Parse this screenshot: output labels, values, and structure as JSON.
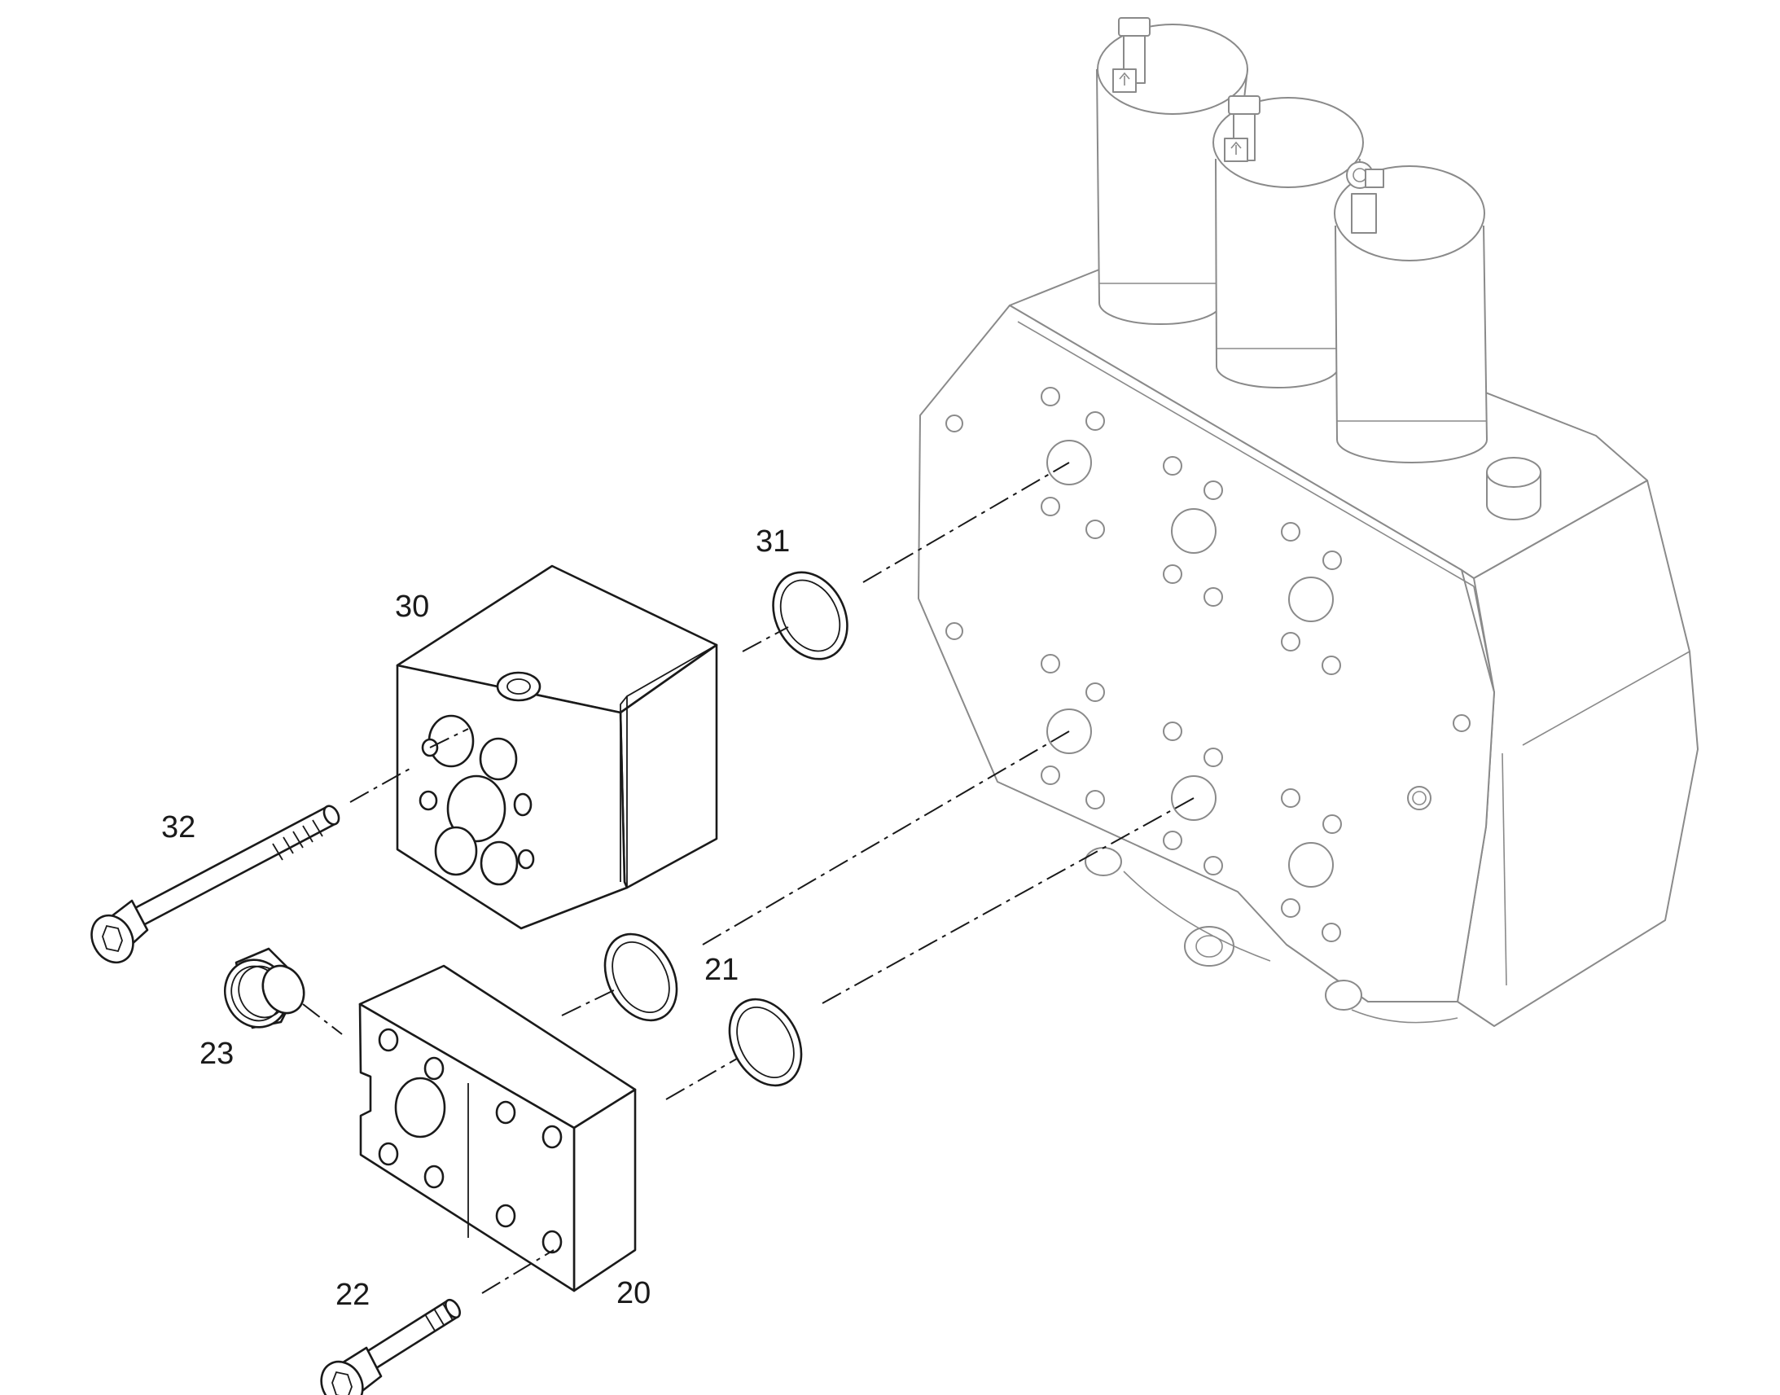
{
  "callouts": {
    "c30": "30",
    "c31": "31",
    "c32": "32",
    "c21": "21",
    "c23": "23",
    "c22": "22",
    "c20": "20"
  }
}
